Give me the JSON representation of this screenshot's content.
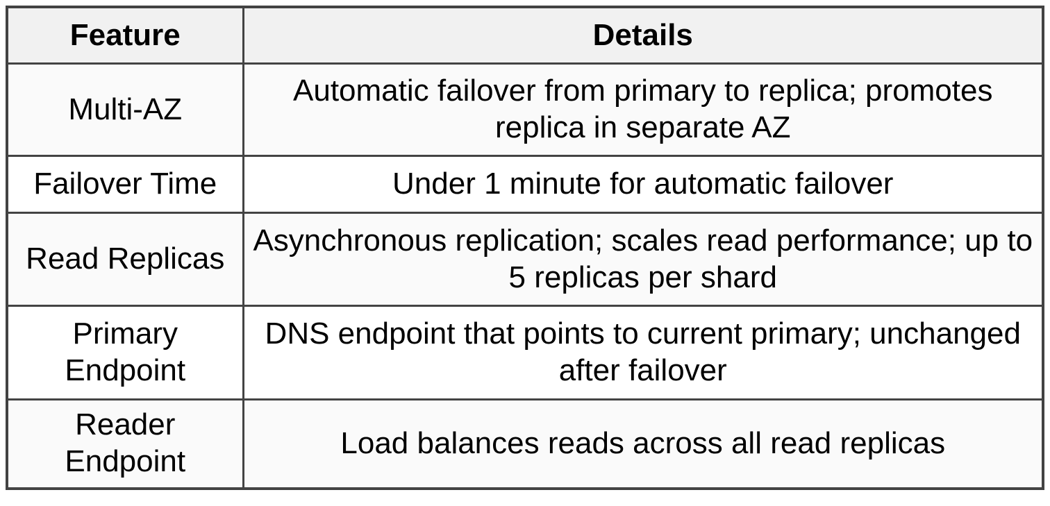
{
  "table": {
    "header": {
      "feature": "Feature",
      "details": "Details"
    },
    "rows": [
      {
        "feature": "Multi-AZ",
        "details": "Automatic failover from primary to replica; promotes replica in separate AZ"
      },
      {
        "feature": "Failover Time",
        "details": "Under 1 minute for automatic failover"
      },
      {
        "feature": "Read Replicas",
        "details": "Asynchronous replication; scales read performance; up to 5 replicas per shard"
      },
      {
        "feature": "Primary Endpoint",
        "details": "DNS endpoint that points to current primary; unchanged after failover"
      },
      {
        "feature": "Reader Endpoint",
        "details": "Load balances reads across all read replicas"
      }
    ]
  },
  "colors": {
    "page_bg": "#ffffff",
    "border": "#434343",
    "header_bg": "#f1f1f1",
    "row_alt_bg": "#fafafa",
    "row_bg": "#ffffff",
    "text": "#000000"
  }
}
